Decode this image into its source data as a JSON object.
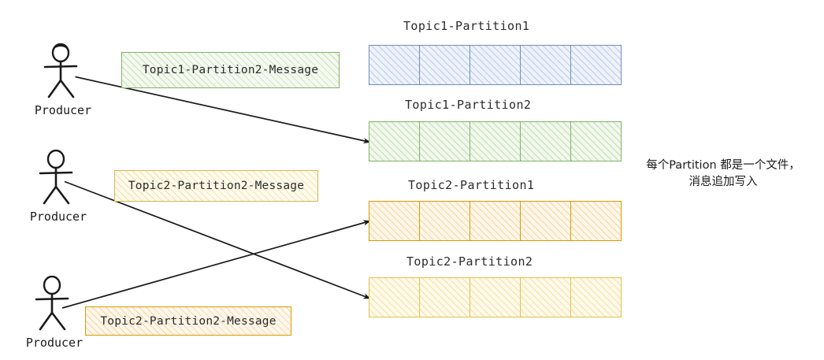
{
  "diagram": {
    "title_note": {
      "line1": "每个Partition 都是一个文件，",
      "line2": "消息追加写入"
    },
    "actors": [
      {
        "label": "Producer",
        "name": "producer-1"
      },
      {
        "label": "Producer",
        "name": "producer-2"
      },
      {
        "label": "Producer",
        "name": "producer-3"
      }
    ],
    "messages": [
      {
        "label": "Topic1-Partition2-Message",
        "color": "#82b366",
        "style": "green"
      },
      {
        "label": "Topic2-Partition2-Message",
        "color": "#d6b656",
        "style": "lightyellow"
      },
      {
        "label": "Topic2-Partition2-Message",
        "color": "#d79b00",
        "style": "orange"
      }
    ],
    "partitions": [
      {
        "title": "Topic1-Partition1",
        "color": "#6c8ebf",
        "style": "blue",
        "cells": 5
      },
      {
        "title": "Topic1-Partition2",
        "color": "#82b366",
        "style": "green",
        "cells": 5
      },
      {
        "title": "Topic2-Partition1",
        "color": "#d79b00",
        "style": "orange",
        "cells": 5
      },
      {
        "title": "Topic2-Partition2",
        "color": "#e3c14a",
        "style": "yellow",
        "cells": 5
      }
    ],
    "arrows": [
      {
        "name": "arrow-producer1-to-topic1-partition2",
        "from": "Producer 1",
        "to": "Topic1-Partition2"
      },
      {
        "name": "arrow-producer2-to-topic2-partition2",
        "from": "Producer 2",
        "to": "Topic2-Partition2"
      },
      {
        "name": "arrow-producer3-to-topic2-partition1",
        "from": "Producer 3",
        "to": "Topic2-Partition1"
      }
    ]
  }
}
